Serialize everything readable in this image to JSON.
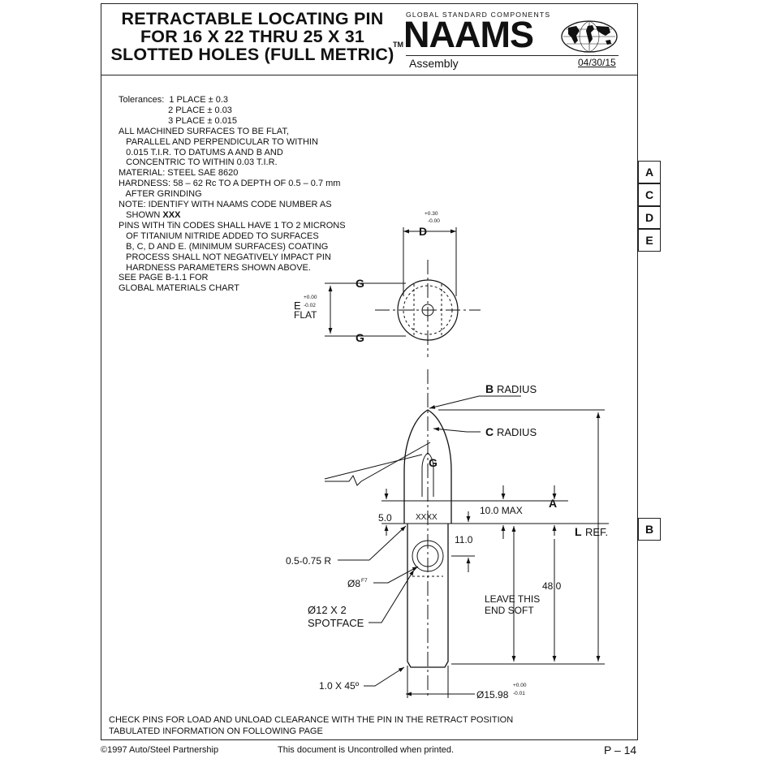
{
  "header": {
    "title_lines": [
      "RETRACTABLE LOCATING PIN",
      "FOR 16 X 22 THRU 25 X 31",
      "SLOTTED HOLES (FULL METRIC)"
    ],
    "tm": "TM",
    "org_tagline": "GLOBAL STANDARD COMPONENTS",
    "logo_text": "NAAMS",
    "section": "Assembly",
    "date": "04/30/15"
  },
  "notes": [
    "Tolerances:  1 PLACE ± 0.3",
    "                    2 PLACE ± 0.03",
    "                    3 PLACE ± 0.015",
    "ALL MACHINED SURFACES TO BE FLAT,",
    "   PARALLEL AND PERPENDICULAR TO WITHIN",
    "   0.015 T.I.R. TO DATUMS A AND B AND",
    "   CONCENTRIC TO WITHIN 0.03 T.I.R.",
    "MATERIAL: STEEL SAE 8620",
    "HARDNESS: 58 – 62 Rc TO A DEPTH OF 0.5 – 0.7 mm",
    "   AFTER GRINDING",
    "NOTE: IDENTIFY WITH NAAMS CODE NUMBER AS",
    "   SHOWN ",
    "PINS WITH TiN CODES SHALL HAVE 1 TO 2 MICRONS",
    "   OF TITANIUM NITRIDE ADDED TO SURFACES",
    "   B, C, D AND E. (MINIMUM SURFACES) COATING",
    "   PROCESS SHALL NOT NEGATIVELY IMPACT PIN",
    "   HARDNESS PARAMETERS SHOWN ABOVE.",
    "SEE PAGE B-1.1 FOR",
    "GLOBAL MATERIALS CHART"
  ],
  "notes_bold_suffix": "XXX",
  "tabs": [
    "A",
    "C",
    "D",
    "E",
    "B"
  ],
  "drawing": {
    "d_tol_plus": "+0.30",
    "d_tol_minus": "-0.00",
    "d_label": "D",
    "g_label": "G",
    "e_label": "E",
    "e_tol_plus": "+0.00",
    "e_tol_minus": "-0.02",
    "flat_label": "FLAT",
    "b_radius": "B",
    "c_radius": "C",
    "radius_word": "RADIUS",
    "dim_5": "5.0",
    "xxxx": "XXXX",
    "dim_10max": "10.0 MAX",
    "a_label": "A",
    "l_label": "L",
    "ref_word": "REF.",
    "dim_11": "11.0",
    "dim_radius": "0.5-0.75 R",
    "dia8": "Ø8",
    "f7": "F7",
    "dia12": "Ø12 X 2",
    "spotface": "SPOTFACE",
    "leave1": "LEAVE THIS",
    "leave2": "END SOFT",
    "dim_48": "48.0",
    "chamfer": "1.0 X 45º",
    "dia1598": "Ø15.98",
    "dia_tol_plus": "+0.00",
    "dia_tol_minus": "-0.01"
  },
  "bottom_notes": [
    "CHECK PINS FOR LOAD AND UNLOAD CLEARANCE WITH THE PIN IN THE RETRACT POSITION",
    "TABULATED INFORMATION ON FOLLOWING PAGE"
  ],
  "footer": {
    "copyright": "©1997 Auto/Steel Partnership",
    "uncontrolled": "This document is Uncontrolled when printed.",
    "page": "P – 14"
  }
}
